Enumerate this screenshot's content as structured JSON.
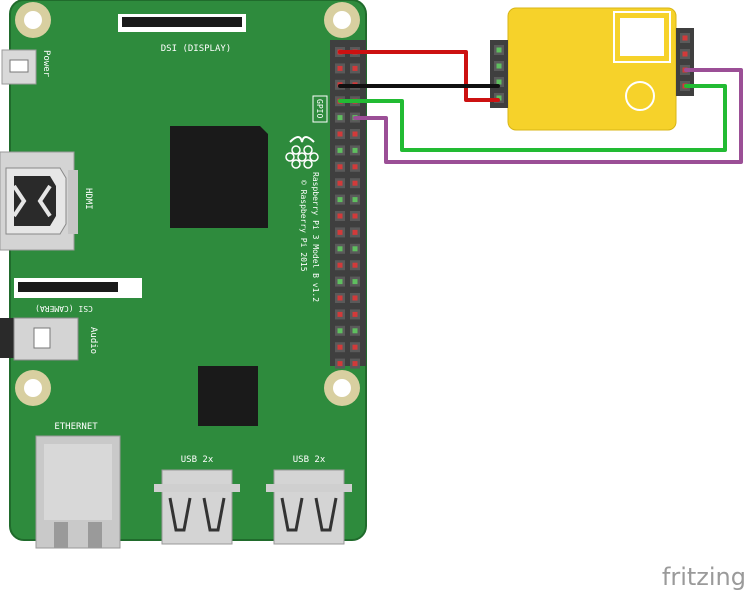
{
  "board": {
    "name_line1": "Raspberry Pi 3 Model B v1.2",
    "name_line2": "© Raspberry Pi 2015",
    "labels": {
      "dsi": "DSI (DISPLAY)",
      "power": "Power",
      "hdmi": "HDMI",
      "csi": "CSI (CAMERA)",
      "audio": "Audio",
      "gpio": "GPIO",
      "ethernet": "ETHERNET",
      "usb_a": "USB 2x",
      "usb_b": "USB 2x"
    }
  },
  "sensor": {
    "left_header_pins": 4,
    "right_header_pins": 4
  },
  "gpio_header": {
    "rows": 20,
    "columns": 2
  },
  "wires": [
    {
      "name": "power-wire",
      "color": "#cc1111"
    },
    {
      "name": "ground-wire",
      "color": "#111111"
    },
    {
      "name": "tx-wire",
      "color": "#22bb33"
    },
    {
      "name": "rx-wire",
      "color": "#9b4f96"
    }
  ],
  "colors": {
    "board": "#2e8b3d",
    "board_edge": "#206b2c",
    "sensor": "#f6d22a",
    "chip": "#1a1a1a",
    "hole_ring": "#d8cfa0"
  },
  "watermark": "fritzing"
}
